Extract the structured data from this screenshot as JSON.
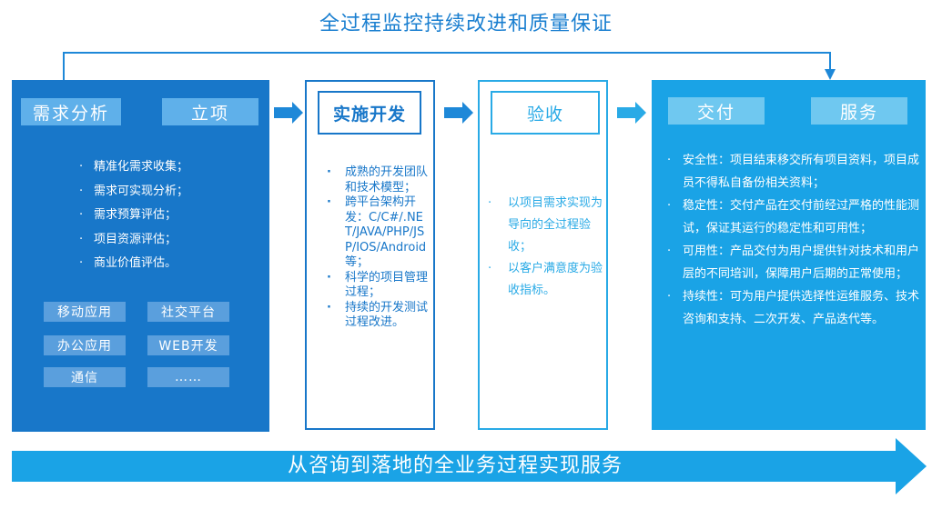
{
  "top_title": "全过程监控持续改进和质量保证",
  "bottom_banner": "从咨询到落地的全业务过程实现服务",
  "colors": {
    "dark_blue": "#1877c9",
    "light_blue": "#29aae6",
    "panel4_blue": "#1aa3e6",
    "arrow_blue": "#1e88d8"
  },
  "stage1": {
    "box1": "需求分析",
    "box2": "立项",
    "items": [
      "精准化需求收集；",
      "需求可实现分析；",
      "需求预算评估；",
      "项目资源评估；",
      "商业价值评估。"
    ],
    "tags": [
      "移动应用",
      "社交平台",
      "办公应用",
      "WEB开发",
      "通信",
      "……"
    ]
  },
  "stage2": {
    "title": "实施开发",
    "items": [
      "成熟的开发团队和技术模型；",
      "跨平台架构开发：C/C#/.NET/JAVA/PHP/JSP/IOS/Android等；",
      "科学的项目管理过程；",
      "持续的开发测试过程改进。"
    ]
  },
  "stage3": {
    "title": "验收",
    "items": [
      "以项目需求实现为导向的全过程验收；",
      "以客户满意度为验收指标。"
    ]
  },
  "stage4": {
    "box1": "交付",
    "box2": "服务",
    "items": [
      "安全性：项目结束移交所有项目资料，项目成员不得私自备份相关资料；",
      "稳定性：交付产品在交付前经过严格的性能测试，保证其运行的稳定性和可用性；",
      "可用性：产品交付为用户提供针对技术和用户层的不同培训，保障用户后期的正常使用；",
      "持续性：可为用户提供选择性运维服务、技术咨询和支持、二次开发、产品迭代等。"
    ]
  }
}
